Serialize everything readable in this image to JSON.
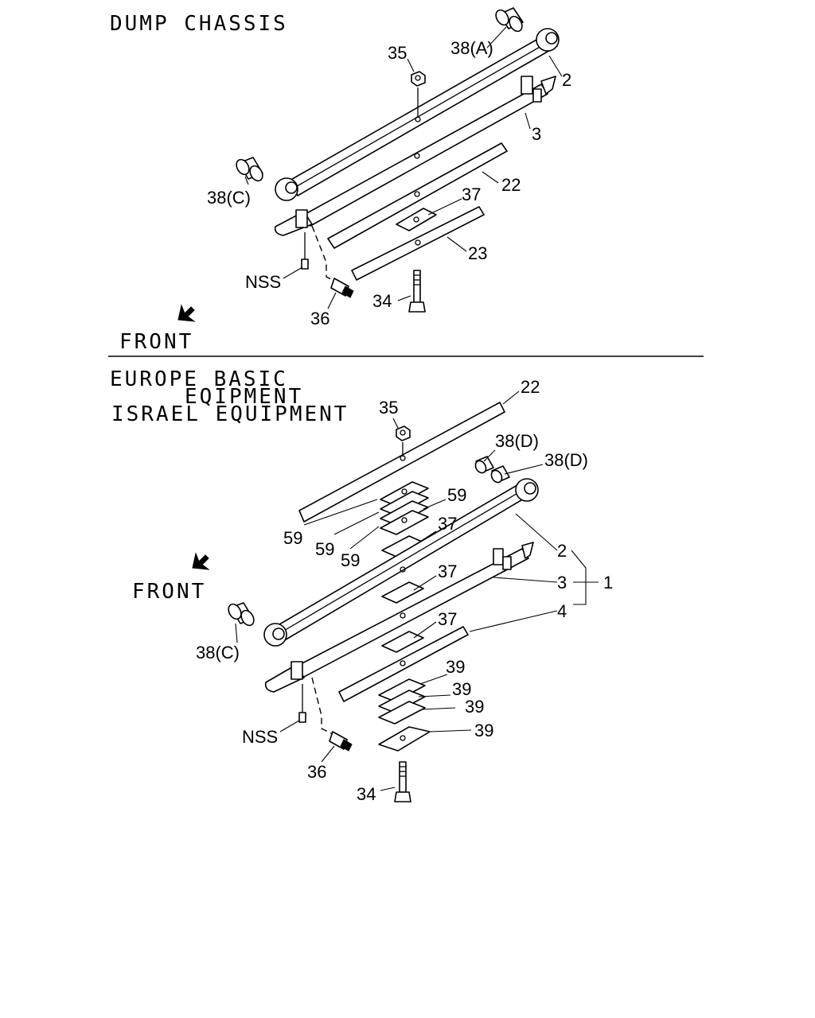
{
  "sections": {
    "dump": {
      "title": "DUMP CHASSIS",
      "front": "FRONT",
      "callouts": {
        "c35": "35",
        "c38a": "38(A)",
        "c2": "2",
        "c3": "3",
        "c22": "22",
        "c37": "37",
        "c23": "23",
        "c38c": "38(C)",
        "nss": "NSS",
        "c34": "34",
        "c36": "36"
      }
    },
    "europe": {
      "title_line1": "EUROPE BASIC",
      "title_line2": "EQIPMENT",
      "title_line3": "ISRAEL EQUIPMENT",
      "front": "FRONT",
      "callouts": {
        "c22": "22",
        "c35": "35",
        "c38d_1": "38(D)",
        "c38d_2": "38(D)",
        "c59_a": "59",
        "c59_b": "59",
        "c59_c": "59",
        "c59_d": "59",
        "c37_a": "37",
        "c2": "2",
        "c37_b": "37",
        "c3": "3",
        "c1": "1",
        "c4": "4",
        "c37_c": "37",
        "c38c": "38(C)",
        "c39_a": "39",
        "c39_b": "39",
        "c39_c": "39",
        "c39_d": "39",
        "nss": "NSS",
        "c36": "36",
        "c34": "34"
      }
    }
  }
}
